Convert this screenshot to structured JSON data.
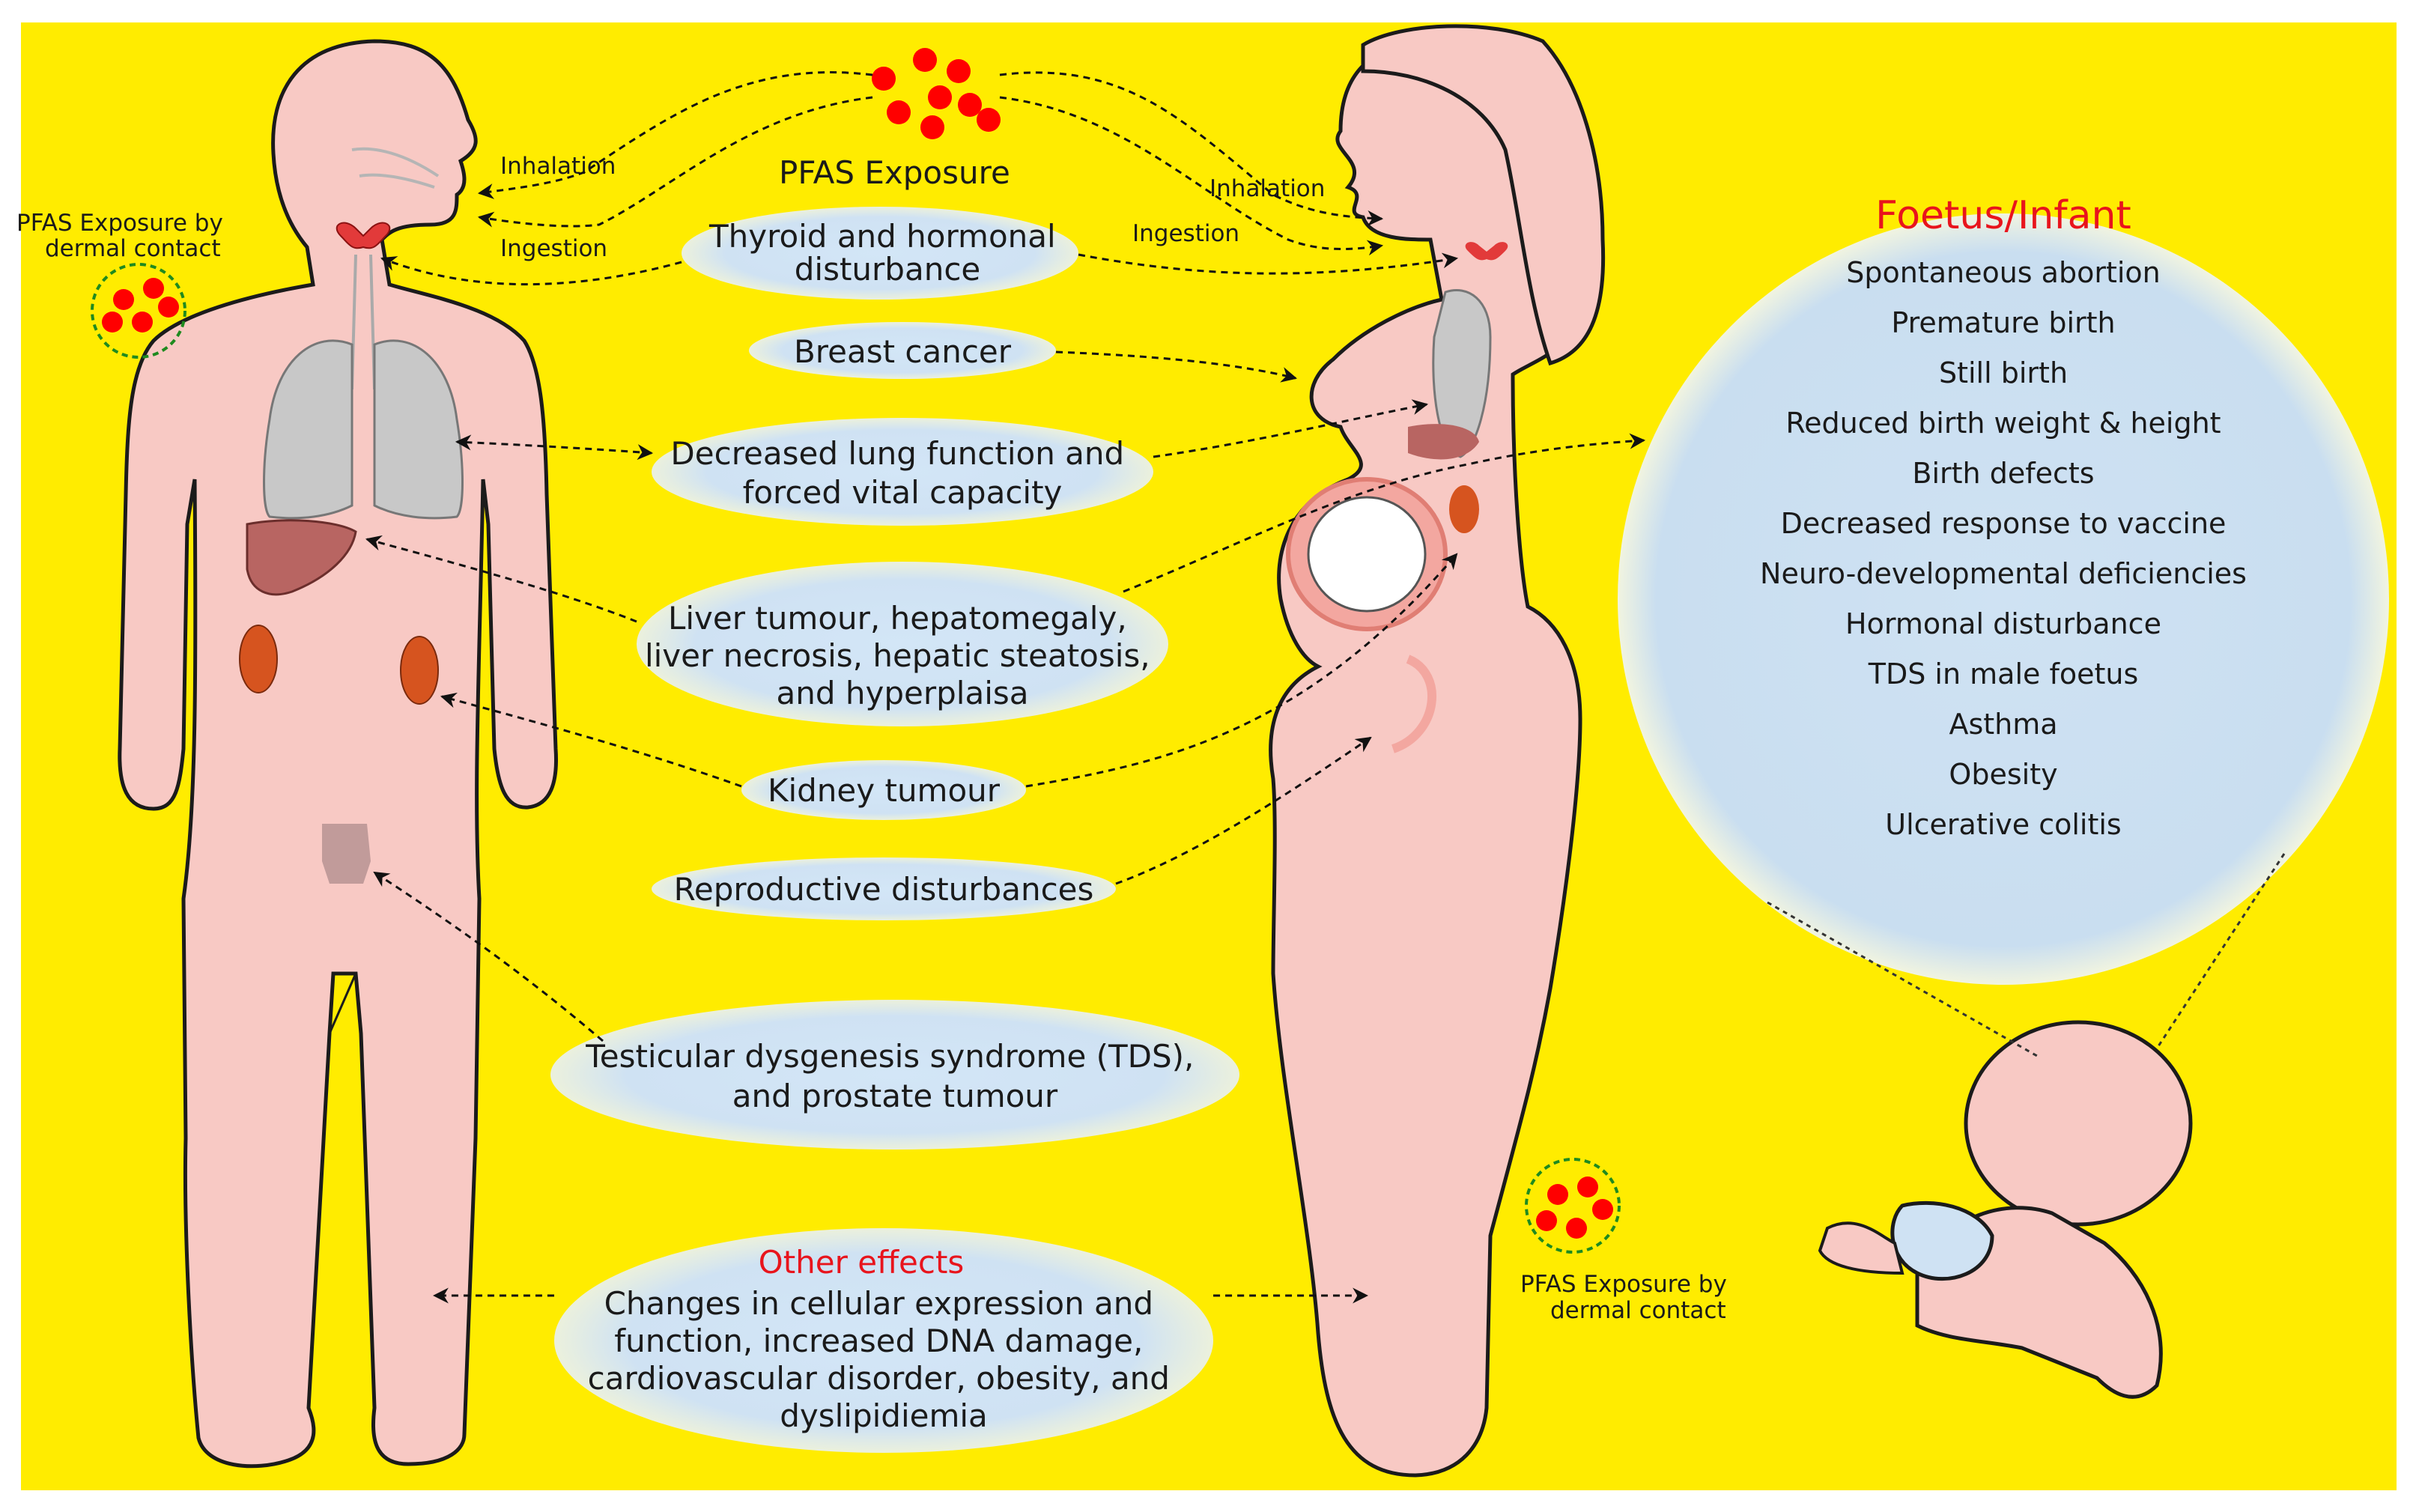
{
  "title": "PFAS Exposure",
  "exposure_routes": {
    "inhalation": "Inhalation",
    "ingestion": "Ingestion",
    "dermal": "PFAS Exposure by dermal contact",
    "dermal_line1": "PFAS Exposure by",
    "dermal_line2": "dermal contact"
  },
  "effects": [
    {
      "lines": [
        "Thyroid and hormonal",
        "disturbance"
      ]
    },
    {
      "lines": [
        "Breast cancer"
      ]
    },
    {
      "lines": [
        "Decreased lung function and",
        "forced vital capacity"
      ]
    },
    {
      "lines": [
        "Liver tumour, hepatomegaly,",
        "liver necrosis, hepatic steatosis,",
        "and hyperplaisa"
      ]
    },
    {
      "lines": [
        "Kidney tumour"
      ]
    },
    {
      "lines": [
        "Reproductive disturbances"
      ]
    },
    {
      "lines": [
        "Testicular dysgenesis syndrome (TDS),",
        "and prostate tumour"
      ]
    }
  ],
  "other_effects": {
    "heading": "Other effects",
    "lines": [
      "Changes in cellular expression and",
      "function, increased DNA damage,",
      "cardiovascular disorder, obesity, and",
      "dyslipidiemia"
    ]
  },
  "foetus_infant": {
    "heading": "Foetus/Infant",
    "items": [
      "Spontaneous abortion",
      "Premature birth",
      "Still birth",
      "Reduced birth weight & height",
      "Birth defects",
      "Decreased response to vaccine",
      "Neuro-developmental deficiencies",
      "Hormonal disturbance",
      "TDS in male foetus",
      "Asthma",
      "Obesity",
      "Ulcerative colitis"
    ]
  },
  "colors": {
    "background": "#ffec00",
    "skin": "#f8c9c4",
    "bubble": "#cfe2f3",
    "pfas_dot": "#ff0000",
    "heading_red": "#e8141c"
  }
}
